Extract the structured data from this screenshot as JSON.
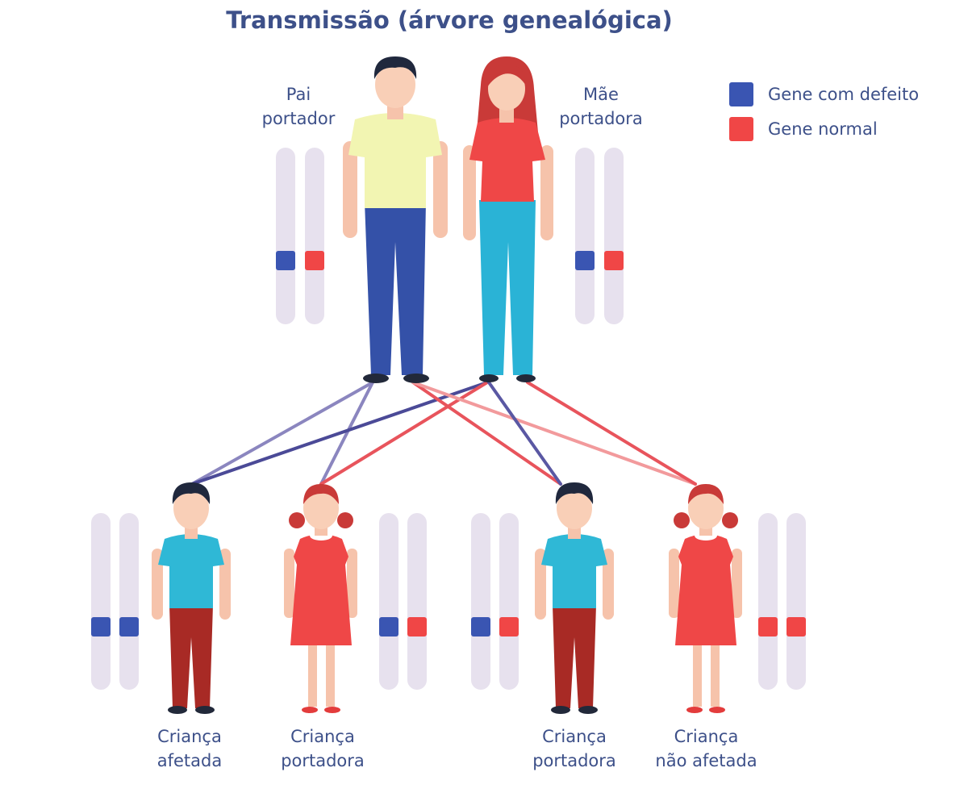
{
  "title": "Transmissão (árvore genealógica)",
  "colors": {
    "defective": "#3a55b2",
    "normal": "#f04646",
    "chromosome": "#e7e1ee",
    "text": "#3d5089",
    "line_father": "#4b4a97",
    "line_mother": "#e8545c"
  },
  "legend": [
    {
      "label": "Gene com defeito",
      "color": "#3a55b2"
    },
    {
      "label": "Gene normal",
      "color": "#f04646"
    }
  ],
  "parents": {
    "father": {
      "line1": "Pai",
      "line2": "portador",
      "genes": [
        "defective",
        "normal"
      ]
    },
    "mother": {
      "line1": "Mãe",
      "line2": "portadora",
      "genes": [
        "defective",
        "normal"
      ]
    }
  },
  "children": [
    {
      "line1": "Criança",
      "line2": "afetada",
      "genes": [
        "defective",
        "defective"
      ]
    },
    {
      "line1": "Criança",
      "line2": "portadora",
      "genes": [
        "defective",
        "normal"
      ]
    },
    {
      "line1": "Criança",
      "line2": "portadora",
      "genes": [
        "defective",
        "normal"
      ]
    },
    {
      "line1": "Criança",
      "line2": "não afetada",
      "genes": [
        "normal",
        "normal"
      ]
    }
  ]
}
